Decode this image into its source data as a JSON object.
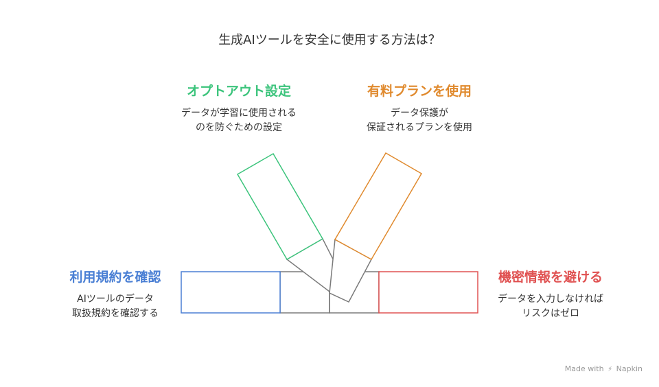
{
  "title": "生成AIツールを安全に使用する方法は？",
  "options": [
    {
      "heading": "オプトアウト設定",
      "desc_lines": [
        "データが学習に使用される",
        "のを防ぐための設定"
      ],
      "color": "#3cc47c"
    },
    {
      "heading": "有料プランを使用",
      "desc_lines": [
        "データ保護が",
        "保証されるプランを使用"
      ],
      "color": "#e08a2e"
    },
    {
      "heading": "利用規約を確認",
      "desc_lines": [
        "AIツールのデータ",
        "取扱規約を確認する"
      ],
      "color": "#4a7fd4"
    },
    {
      "heading": "機密情報を避ける",
      "desc_lines": [
        "データを入力しなければ",
        "リスクはゼロ"
      ],
      "color": "#e05252"
    }
  ],
  "colors": {
    "neutral": "#7a7a7a",
    "text": "#333333"
  },
  "watermark": {
    "prefix": "Made with",
    "icon": "napkin-icon",
    "brand": "Napkin"
  }
}
